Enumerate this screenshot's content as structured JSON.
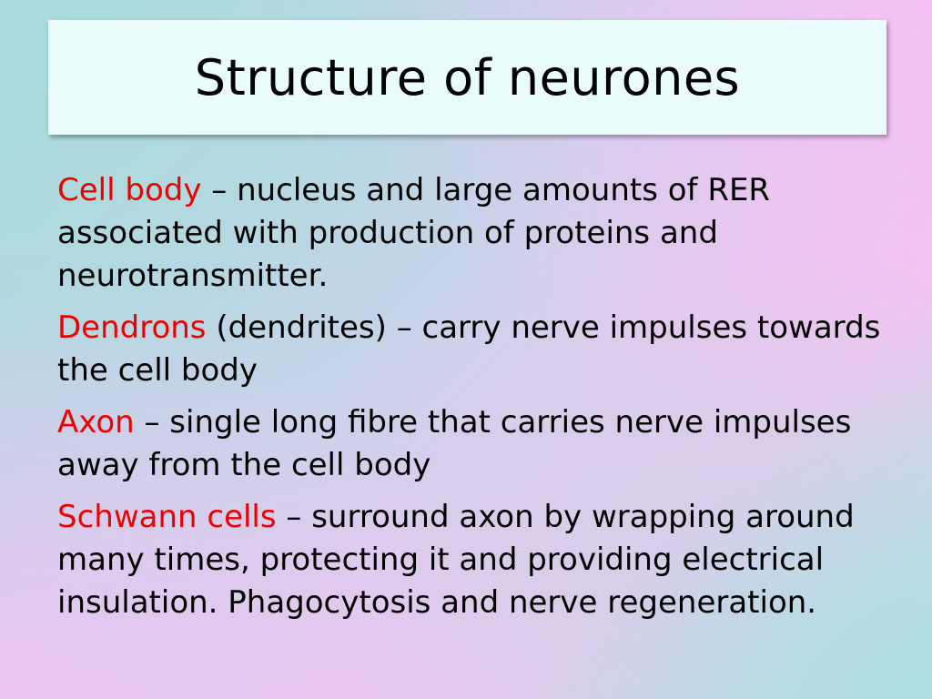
{
  "slide": {
    "title": "Structure of neurones",
    "items": [
      {
        "term": "Cell body",
        "text": " – nucleus and large amounts of RER associated with production of proteins and neurotransmitter."
      },
      {
        "term": "Dendrons",
        "text": " (dendrites) – carry nerve impulses towards the cell body"
      },
      {
        "term": "Axon",
        "text": " – single long fibre that carries nerve impulses away from the cell body"
      },
      {
        "term": "Schwann cells",
        "text": " – surround axon by wrapping around many times, protecting it and providing electrical insulation. Phagocytosis and nerve regeneration."
      }
    ]
  },
  "colors": {
    "term": "#ee0000",
    "title_box": "#eafbfb",
    "text": "#000000"
  }
}
